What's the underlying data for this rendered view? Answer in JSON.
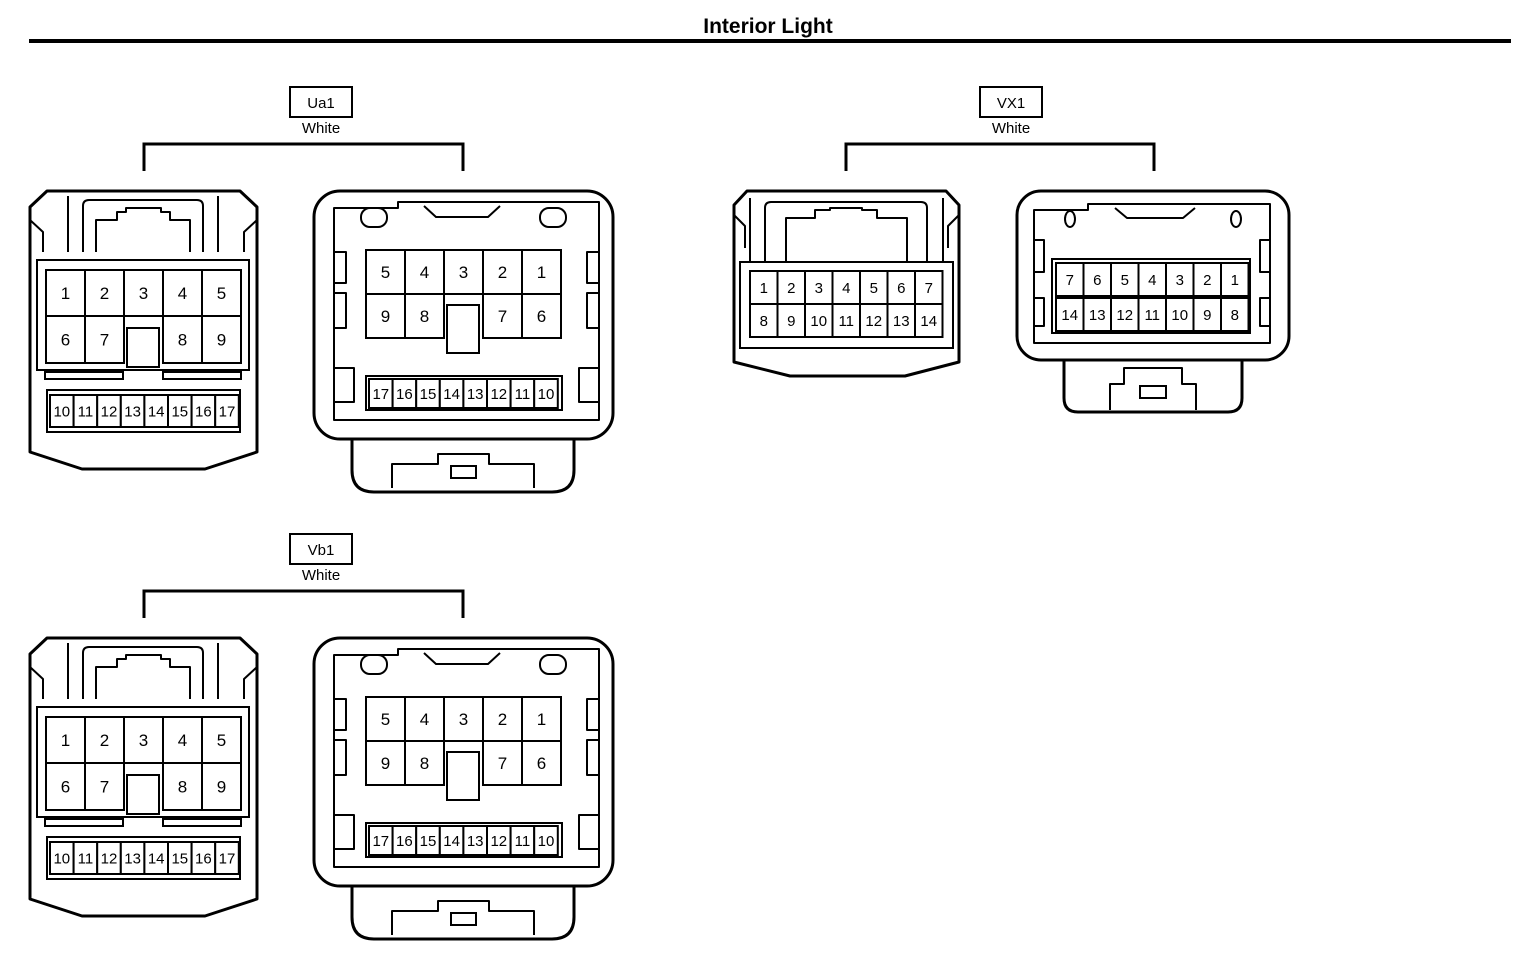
{
  "title": "Interior Light",
  "connectors": [
    {
      "code": "Ua1",
      "color": "White",
      "layout": "large",
      "plug": {
        "top_row": [
          "1",
          "2",
          "3",
          "4",
          "5"
        ],
        "mid_row": [
          "6",
          "7",
          "8",
          "9"
        ],
        "bottom_row": [
          "10",
          "11",
          "12",
          "13",
          "14",
          "15",
          "16",
          "17"
        ]
      },
      "socket": {
        "top_row": [
          "5",
          "4",
          "3",
          "2",
          "1"
        ],
        "mid_row": [
          "9",
          "8",
          "7",
          "6"
        ],
        "bottom_row": [
          "17",
          "16",
          "15",
          "14",
          "13",
          "12",
          "11",
          "10"
        ]
      }
    },
    {
      "code": "Vb1",
      "color": "White",
      "layout": "large",
      "plug": {
        "top_row": [
          "1",
          "2",
          "3",
          "4",
          "5"
        ],
        "mid_row": [
          "6",
          "7",
          "8",
          "9"
        ],
        "bottom_row": [
          "10",
          "11",
          "12",
          "13",
          "14",
          "15",
          "16",
          "17"
        ]
      },
      "socket": {
        "top_row": [
          "5",
          "4",
          "3",
          "2",
          "1"
        ],
        "mid_row": [
          "9",
          "8",
          "7",
          "6"
        ],
        "bottom_row": [
          "17",
          "16",
          "15",
          "14",
          "13",
          "12",
          "11",
          "10"
        ]
      }
    },
    {
      "code": "VX1",
      "color": "White",
      "layout": "small",
      "plug": {
        "top_row": [
          "1",
          "2",
          "3",
          "4",
          "5",
          "6",
          "7"
        ],
        "bottom_row": [
          "8",
          "9",
          "10",
          "11",
          "12",
          "13",
          "14"
        ]
      },
      "socket": {
        "top_row": [
          "7",
          "6",
          "5",
          "4",
          "3",
          "2",
          "1"
        ],
        "bottom_row": [
          "14",
          "13",
          "12",
          "11",
          "10",
          "9",
          "8"
        ]
      }
    }
  ]
}
